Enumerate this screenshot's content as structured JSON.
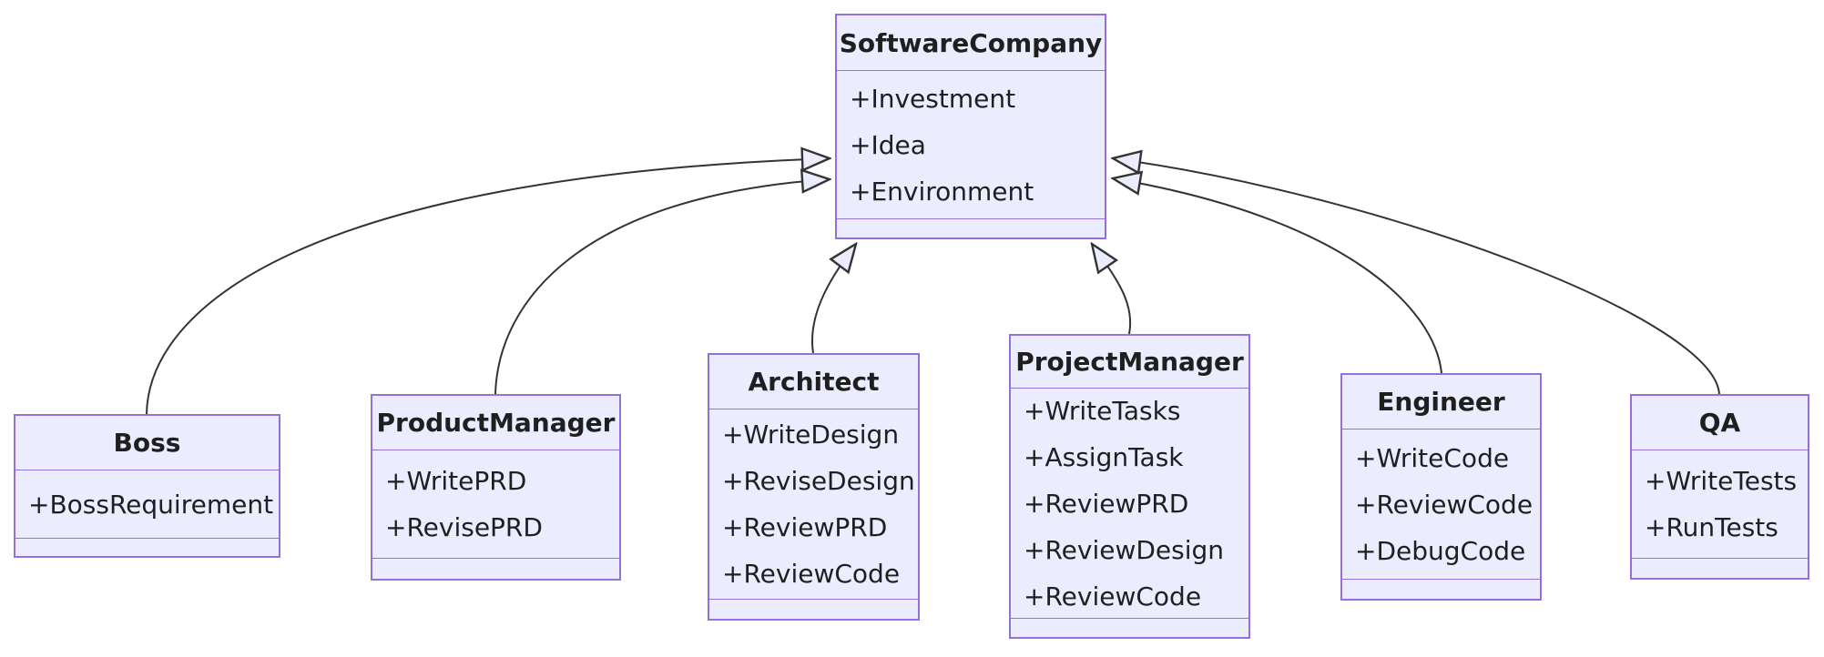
{
  "diagram": {
    "kind": "uml-class-diagram",
    "background": "#ffffff"
  },
  "colors": {
    "node_fill": "#ECECFF",
    "node_border": "#9370DB",
    "edge_stroke": "#333333",
    "text": "#1f1f1f"
  },
  "classes": [
    {
      "name": "SoftwareCompany",
      "attributes": [
        "+Investment",
        "+Idea",
        "+Environment"
      ],
      "methods": []
    },
    {
      "name": "Boss",
      "attributes": [
        "+BossRequirement"
      ],
      "methods": []
    },
    {
      "name": "ProductManager",
      "attributes": [
        "+WritePRD",
        "+RevisePRD"
      ],
      "methods": []
    },
    {
      "name": "Architect",
      "attributes": [
        "+WriteDesign",
        "+ReviseDesign",
        "+ReviewPRD",
        "+ReviewCode"
      ],
      "methods": []
    },
    {
      "name": "ProjectManager",
      "attributes": [
        "+WriteTasks",
        "+AssignTask",
        "+ReviewPRD",
        "+ReviewDesign",
        "+ReviewCode"
      ],
      "methods": []
    },
    {
      "name": "Engineer",
      "attributes": [
        "+WriteCode",
        "+ReviewCode",
        "+DebugCode"
      ],
      "methods": []
    },
    {
      "name": "QA",
      "attributes": [
        "+WriteTests",
        "+RunTests"
      ],
      "methods": []
    }
  ],
  "relations": [
    {
      "from": "Boss",
      "to": "SoftwareCompany",
      "type": "inheritance"
    },
    {
      "from": "ProductManager",
      "to": "SoftwareCompany",
      "type": "inheritance"
    },
    {
      "from": "Architect",
      "to": "SoftwareCompany",
      "type": "inheritance"
    },
    {
      "from": "ProjectManager",
      "to": "SoftwareCompany",
      "type": "inheritance"
    },
    {
      "from": "Engineer",
      "to": "SoftwareCompany",
      "type": "inheritance"
    },
    {
      "from": "QA",
      "to": "SoftwareCompany",
      "type": "inheritance"
    }
  ]
}
